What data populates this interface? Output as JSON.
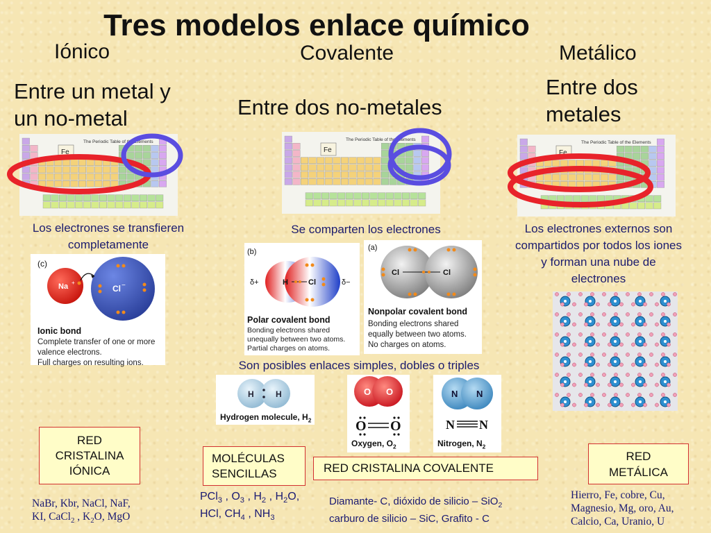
{
  "title": "Tres modelos enlace químico",
  "columns": {
    "ionic": {
      "heading": "Iónico",
      "between_1": "Entre un metal y",
      "between_2": "un no-metal",
      "description_1": "Los electrones se transfieren",
      "description_2": "completamente",
      "figure": {
        "label": "(c)",
        "cation": "Na",
        "cation_charge": "+",
        "anion": "Cl",
        "anion_charge": "−",
        "caption_title": "Ionic bond",
        "caption_1": "Complete transfer of one or more",
        "caption_2": "valence electrons.",
        "caption_3": "Full charges on resulting ions."
      },
      "network_label_1": "RED",
      "network_label_2": "CRISTALINA",
      "network_label_3": "IÓNICA",
      "examples_line1_a": "NaBr, Kbr, NaCl,  NaF,",
      "examples_line2_a": "KI, CaCl",
      "examples_line2_b": "2",
      "examples_line2_c": " , K",
      "examples_line2_d": "2",
      "examples_line2_e": "O, MgO"
    },
    "covalent": {
      "heading": "Covalente",
      "between": "Entre dos no-metales",
      "description": "Se comparten los electrones",
      "polar": {
        "label": "(b)",
        "delta_plus": "δ+",
        "delta_minus": "δ−",
        "atom_h": "H",
        "atom_cl": "Cl",
        "caption_title": "Polar covalent bond",
        "caption_1": "Bonding electrons shared",
        "caption_2": "unequally  between two atoms.",
        "caption_3": "Partial charges on atoms."
      },
      "nonpolar": {
        "label": "(a)",
        "atom_1": "Cl",
        "atom_2": "Cl",
        "caption_title": "Nonpolar covalent bond",
        "caption_1": "Bonding electrons shared",
        "caption_2": "equally between two atoms.",
        "caption_3": "No charges on atoms."
      },
      "multiple_bonds": "Son posibles enlaces simples, dobles o triples",
      "hydrogen": {
        "atom": "H",
        "caption": "Hydrogen molecule, H",
        "caption_sub": "2"
      },
      "oxygen": {
        "atom": "O",
        "caption": "Oxygen, O",
        "caption_sub": "2"
      },
      "nitrogen": {
        "atom": "N",
        "caption": "Nitrogen, N",
        "caption_sub": "2"
      },
      "molecules_label_1": "MOLÉCULAS",
      "molecules_label_2": "SENCILLAS",
      "molecules_ex_1a": "PCl",
      "molecules_ex_1b": "3",
      "molecules_ex_1c": " , O",
      "molecules_ex_1d": "3",
      "molecules_ex_1e": " , H",
      "molecules_ex_1f": "2",
      "molecules_ex_1g": " ,  H",
      "molecules_ex_1h": "2",
      "molecules_ex_1i": "O,",
      "molecules_ex_2a": "HCl, CH",
      "molecules_ex_2b": "4",
      "molecules_ex_2c": " , NH",
      "molecules_ex_2d": "3",
      "network_label": "RED CRISTALINA COVALENTE",
      "network_ex_1a": "Diamante- C, dióxido de silicio – SiO",
      "network_ex_1b": "2",
      "network_ex_2": "carburo de silicio – SiC, Grafito - C"
    },
    "metallic": {
      "heading": "Metálico",
      "between_1": "Entre dos",
      "between_2": "metales",
      "description_1": "Los electrones externos son",
      "description_2": "compartidos por todos los iones",
      "description_3": "y forman una nube de",
      "description_4": "electrones",
      "network_label_1": "RED",
      "network_label_2": "METÁLICA",
      "examples_1": "Hierro, Fe, cobre, Cu,",
      "examples_2": "Magnesio, Mg, oro, Au,",
      "examples_3": "Calcio, Ca, Uranio, U"
    }
  },
  "periodic_table": {
    "title": "The Periodic Table of the Elements",
    "symbol": "Fe"
  },
  "colors": {
    "ring_red": "#e8232a",
    "ring_blue": "#5a4de0",
    "box_border": "#d23030",
    "box_fill": "#fffdc8",
    "text_blue": "#1c1c6e"
  }
}
